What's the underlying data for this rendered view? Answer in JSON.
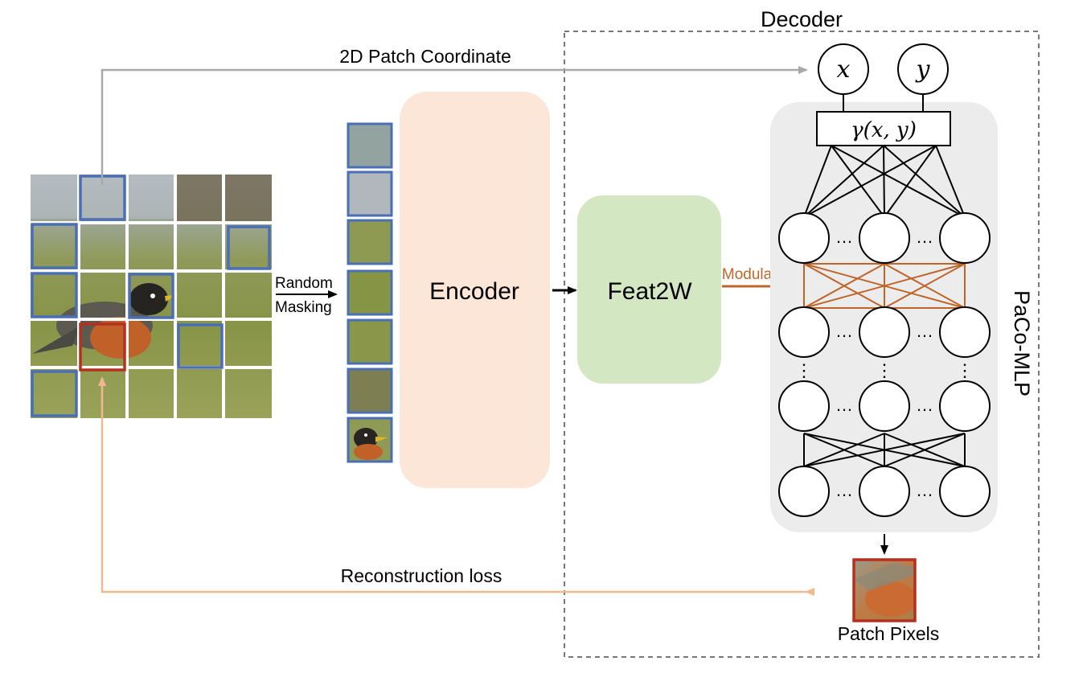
{
  "labels": {
    "decoder": "Decoder",
    "patch_coordinate": "2D Patch Coordinate",
    "random": "Random",
    "masking": "Masking",
    "encoder": "Encoder",
    "feat2w": "Feat2W",
    "modulate": "Modulate",
    "paco_mlp": "PaCo-MLP",
    "reconstruction_loss": "Reconstruction loss",
    "patch_pixels": "Patch Pixels",
    "x": "x",
    "y": "y",
    "gamma": "γ(x, y)",
    "hdots": "…",
    "vdots": "⋮"
  },
  "colors": {
    "masked_patch_border": "#4a6fb5",
    "target_patch_border": "#b5301f",
    "coordinate_arrow": "#a8a8a8",
    "loss_arrow": "#f0b990",
    "encoder_fill": "#fbe6d8",
    "feat2w_fill": "#d2e7c2",
    "mlp_panel_fill": "#ececec",
    "modulate": "#c0652a",
    "decoder_border": "#777777"
  },
  "grid": {
    "rows": 5,
    "cols": 5,
    "masked_cells": [
      [
        0,
        1
      ],
      [
        1,
        0
      ],
      [
        1,
        4
      ],
      [
        2,
        0
      ],
      [
        2,
        2
      ],
      [
        3,
        3
      ],
      [
        4,
        0
      ]
    ],
    "target_cell": [
      3,
      1
    ]
  },
  "masked_token_count": 7
}
